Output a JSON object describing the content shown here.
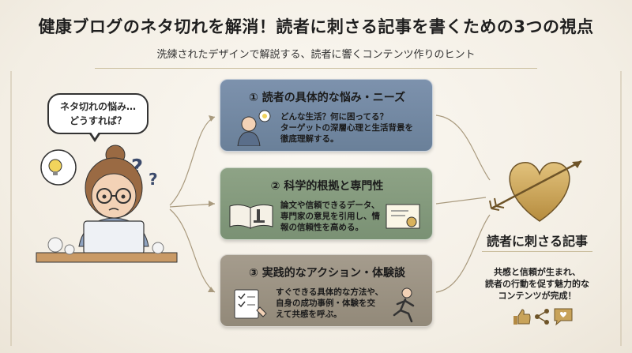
{
  "header": {
    "title": "健康ブログのネタ切れを解消！読者に刺さる記事を書くための3つの視点",
    "subtitle": "洗練されたデザインで解説する、読者に響くコンテンツ作りのヒント"
  },
  "bubble": {
    "line1": "ネタ切れの悩み…",
    "line2": "どうすれば？"
  },
  "cards": [
    {
      "title": "① 読者の具体的な悩み・ニーズ",
      "lines": [
        "どんな生活？何に困ってる？",
        "ターゲットの深層心理と生活背景を",
        "徹底理解する。"
      ]
    },
    {
      "title": "② 科学的根拠と専門性",
      "lines": [
        "論文や信頼できるデータ、",
        "専門家の意見を引用し、情",
        "報の信頼性を高める。"
      ]
    },
    {
      "title": "③ 実践的なアクション・体験談",
      "lines": [
        "すぐできる具体的な方法や、",
        "自身の成功事例・体験を交",
        "えて共感を呼ぶ。"
      ]
    }
  ],
  "result": {
    "title": "読者に刺さる記事",
    "lines": [
      "共感と信頼が生まれ、",
      "読者の行動を促す魅力的な",
      "コンテンツが完成！"
    ]
  },
  "colors": {
    "card1": "#7d92ad",
    "card2": "#8ea386",
    "card3": "#a59c8d",
    "heart": "#c8a35a"
  }
}
